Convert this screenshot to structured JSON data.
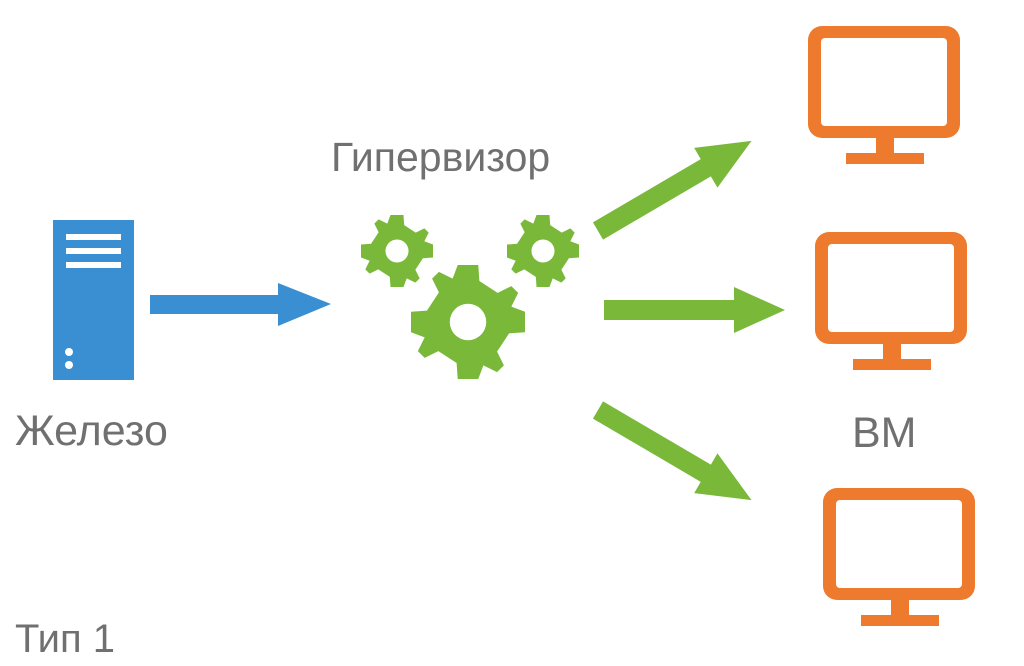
{
  "labels": {
    "hypervisor": "Гипервизор",
    "hardware": "Железо",
    "vm": "ВМ",
    "type": "Тип 1"
  },
  "colors": {
    "server": "#3a8fd2",
    "gear": "#7ab83a",
    "arrow_green": "#7ab83a",
    "arrow_blue": "#3a8fd2",
    "monitor": "#ee7b2d",
    "label": "#707070"
  },
  "icons": {
    "server": "server-icon",
    "gears": "gears-icon",
    "monitor": "monitor-icon"
  }
}
